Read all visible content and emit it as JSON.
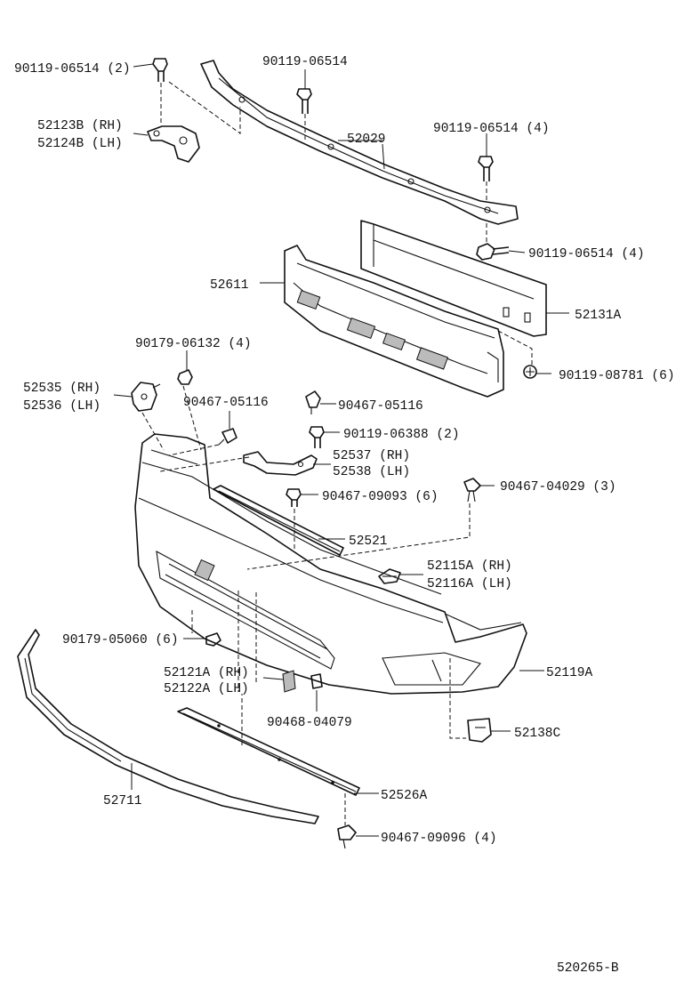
{
  "diagram_id": "520265-B",
  "labels": {
    "bolt_bracket_left": "90119-06514 (2)",
    "bolt_top": "90119-06514",
    "reinforcement": "52029",
    "bracket_rh": "52123B (RH)",
    "bracket_lh": "52124B (LH)",
    "bolt_right_top": "90119-06514 (4)",
    "bolt_right_side": "90119-06514 (4)",
    "absorber": "52611",
    "retainer": "52131A",
    "screw_absorber": "90119-08781 (6)",
    "nut": "90179-06132 (4)",
    "side_bracket_rh": "52535 (RH)",
    "side_bracket_lh": "52536 (LH)",
    "clip_left": "90467-05116",
    "clip_center": "90467-05116",
    "bolt_center": "90119-06388 (2)",
    "support_rh": "52537 (RH)",
    "support_lh": "52538 (LH)",
    "clip_top": "90467-09093 (6)",
    "clip_right": "90467-04029 (3)",
    "upper_moulding": "52521",
    "retainer_rh": "52115A (RH)",
    "retainer_lh": "52116A (LH)",
    "nut_lower": "90179-05060 (6)",
    "cover": "52119A",
    "grille_rh": "52121A (RH)",
    "grille_lh": "52122A (LH)",
    "clip_lower": "90468-04079",
    "spoiler": "52711",
    "plate": "52138C",
    "lower_moulding": "52526A",
    "clip_bottom": "90467-09096 (4)"
  }
}
